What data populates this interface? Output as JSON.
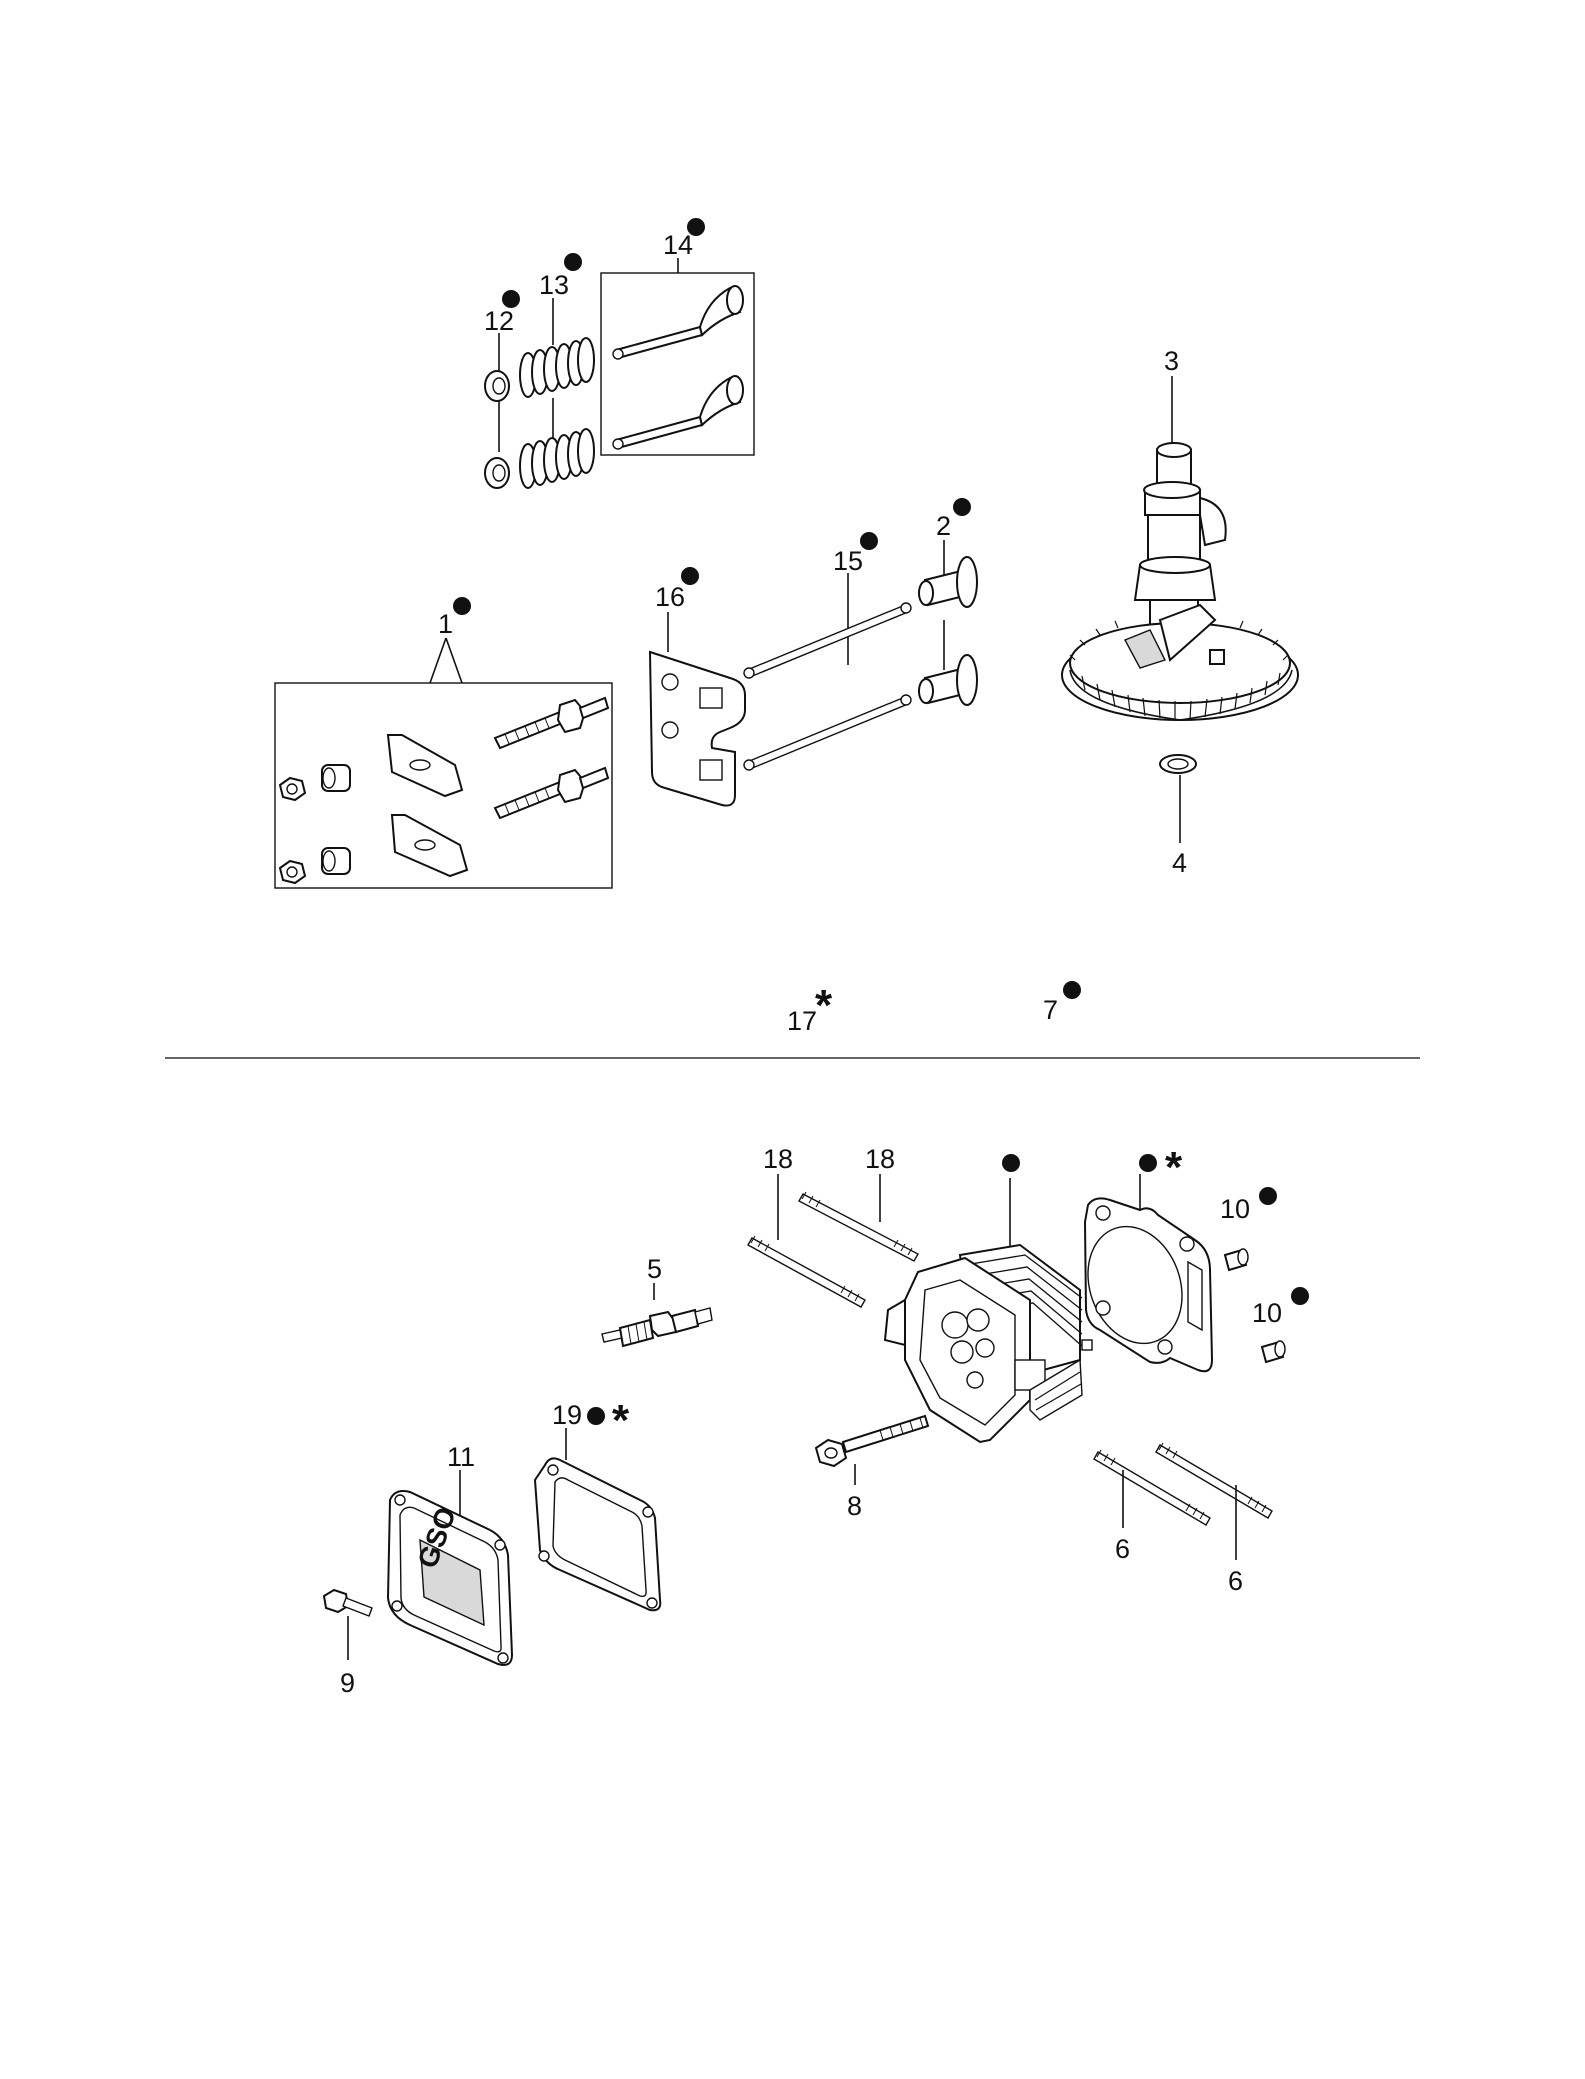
{
  "callouts": {
    "c1": "1",
    "c2": "2",
    "c3": "3",
    "c4": "4",
    "c5": "5",
    "c6a": "6",
    "c6b": "6",
    "c7": "7",
    "c8": "8",
    "c9": "9",
    "c10a": "10",
    "c10b": "10",
    "c11": "11",
    "c12": "12",
    "c13": "13",
    "c14": "14",
    "c15": "15",
    "c16": "16",
    "c17": "17",
    "c18a": "18",
    "c18b": "18",
    "c19": "19"
  },
  "markers": {
    "asterisk": "*",
    "cover_logo": "GSO"
  }
}
